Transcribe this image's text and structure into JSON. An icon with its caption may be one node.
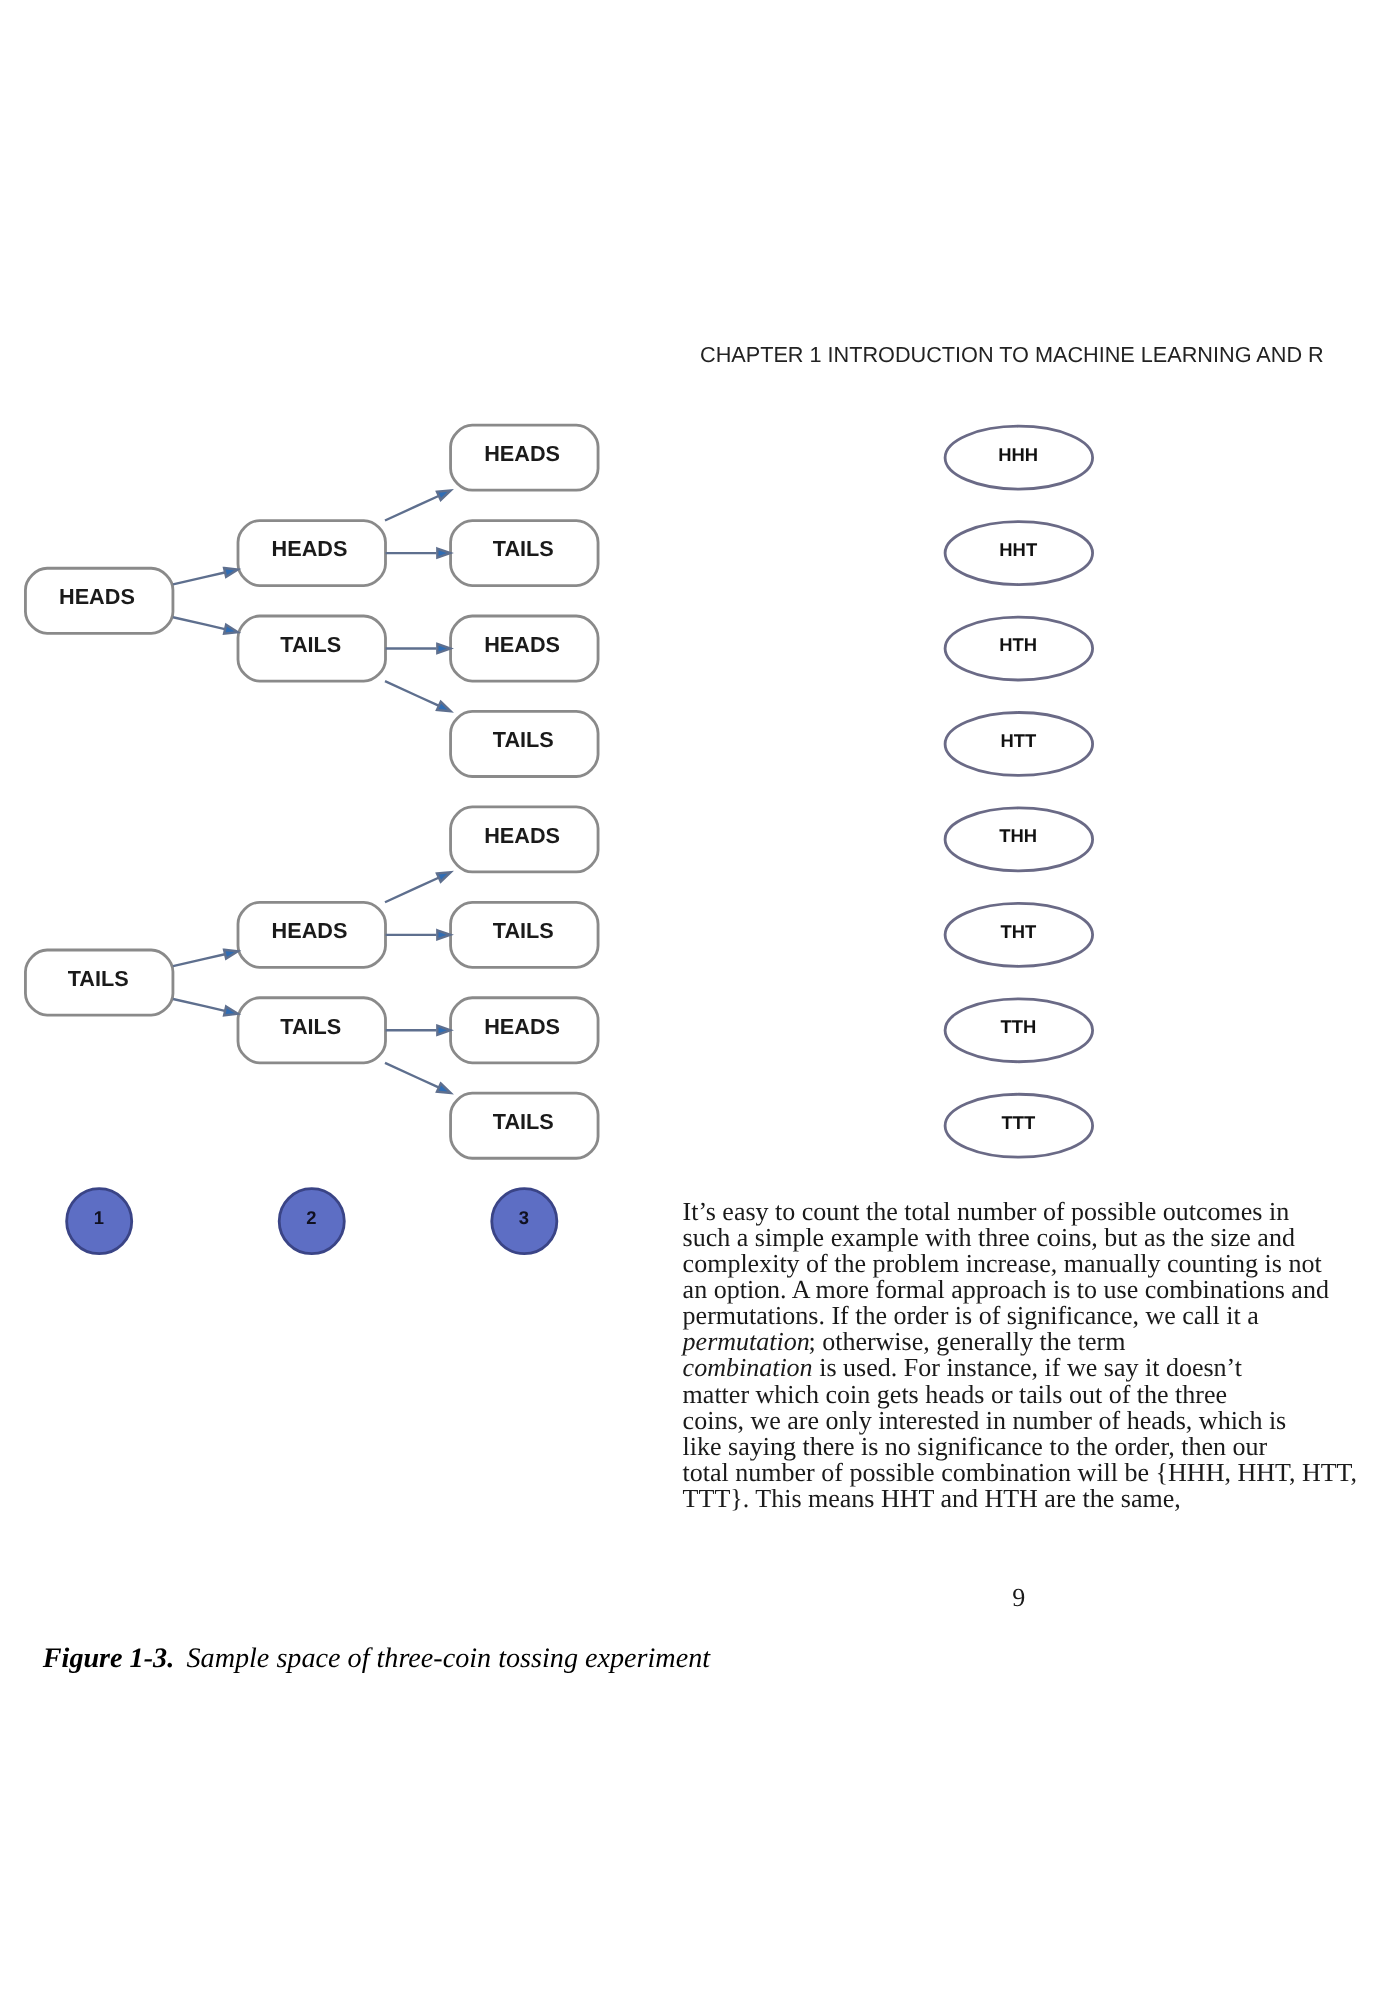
{
  "diagram": {
    "caption": "**Figure 1-3.** Sample space of three-coin tossing experiment",
    "nodes": [
      {
        "text": [
          "HEADS"
        ]
      },
      {
        "text": [
          "HEADS"
        ]
      },
      {
        "text": [
          "HEADS"
        ]
      },
      {
        "text": [
          "TAILS"
        ]
      },
      {
        "text": [
          "TAILS"
        ]
      },
      {
        "text": [
          "HEADS"
        ]
      },
      {
        "text": [
          "TAILS"
        ]
      },
      {
        "text": [
          "TAILS"
        ]
      },
      {
        "text": [
          "HEADS"
        ]
      },
      {
        "text": [
          "HEADS"
        ]
      },
      {
        "text": [
          "TAILS"
        ]
      },
      {
        "text": [
          "TAILS"
        ]
      },
      {
        "text": [
          "HEADS"
        ]
      },
      {
        "text": [
          "TAILS"
        ]
      },
      {
        "text": [
          "HHH"
        ]
      },
      {
        "text": [
          "HHT"
        ]
      },
      {
        "text": [
          "HTH"
        ]
      },
      {
        "text": [
          "HTT"
        ]
      },
      {
        "text": [
          "THH"
        ]
      },
      {
        "text": [
          "THT"
        ]
      },
      {
        "text": [
          "TTH"
        ]
      },
      {
        "text": [
          "TTT"
        ]
      },
      {
        "text": [
          "1"
        ]
      },
      {
        "text": [
          "2"
        ]
      },
      {
        "text": [
          "3"
        ]
      }
    ],
    "edges": [
      {
        "from": 0,
        "to": 1,
        "arrow": "to"
      },
      {
        "from": 0,
        "to": 4,
        "arrow": "to"
      },
      {
        "from": 1,
        "to": 2,
        "arrow": "to"
      },
      {
        "from": 1,
        "to": 3,
        "arrow": "to"
      },
      {
        "from": 4,
        "to": 5,
        "arrow": "to"
      },
      {
        "from": 4,
        "to": 6,
        "arrow": "to"
      },
      {
        "from": 7,
        "to": 8,
        "arrow": "to"
      },
      {
        "from": 7,
        "to": 11,
        "arrow": "to"
      },
      {
        "from": 8,
        "to": 9,
        "arrow": "to"
      },
      {
        "from": 8,
        "to": 10,
        "arrow": "to"
      },
      {
        "from": 11,
        "to": 12,
        "arrow": "to"
      },
      {
        "from": 11,
        "to": 13,
        "arrow": "to"
      }
    ],
    "labels": [
      "CHAPTER 1 INTRODUCTION TO MACHINE LEARNING AND R",
      "It’s easy to count the total number of possible outcomes in such a simple example with three coins, but as the size and complexity of the problem increase, manually counting is not an option. A more formal approach is to use combinations and permutations. If the order is of significance, we call it a *permutation*; otherwise, generally the term *combination* is used. For instance, if we say it doesn’t matter which coin gets heads or tails out of the three coins, we are only interested in number of heads, which is like saying there is no significance to the order, then our total number of possible combination will be {HHH, HHT, HTT, TTT}. This means HHT and HTH are the same,",
      "9"
    ]
  }
}
